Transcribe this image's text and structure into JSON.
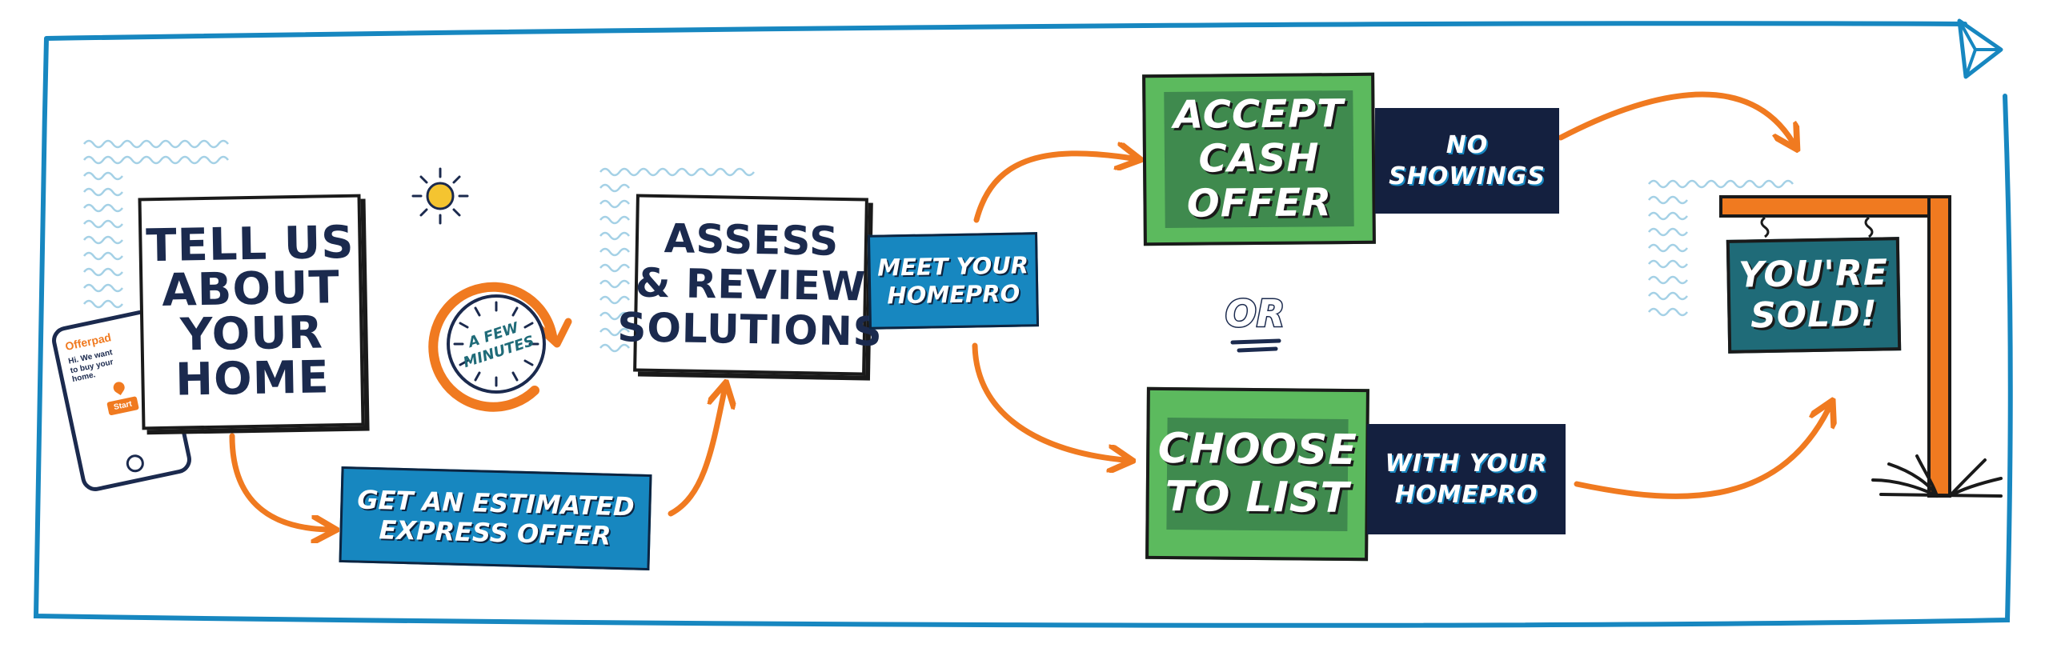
{
  "steps": {
    "tell_us": {
      "lines": [
        "TELL US",
        "ABOUT",
        "YOUR",
        "HOME"
      ]
    },
    "estimate": {
      "lines": [
        "GET AN ESTIMATED",
        "EXPRESS OFFER"
      ]
    },
    "timer": {
      "lines": [
        "A FEW",
        "MINUTES"
      ]
    },
    "assess": {
      "lines": [
        "ASSESS",
        "& REVIEW",
        "SOLUTIONS"
      ]
    },
    "meet": {
      "lines": [
        "MEET YOUR",
        "HOMEPRO"
      ]
    },
    "accept": {
      "lines": [
        "ACCEPT",
        "CASH",
        "OFFER"
      ]
    },
    "no_showings": {
      "lines": [
        "NO",
        "SHOWINGS"
      ]
    },
    "or_label": "OR",
    "choose": {
      "lines": [
        "CHOOSE",
        "TO LIST"
      ]
    },
    "with_homepro": {
      "lines": [
        "WITH YOUR",
        "HOMEPRO"
      ]
    },
    "sold": {
      "lines": [
        "YOU'RE",
        "SOLD!"
      ]
    }
  },
  "phone": {
    "brand": "Offerpad",
    "message": [
      "Hi. We want",
      "to buy your",
      "home."
    ],
    "button": "Start"
  },
  "icons": [
    "sun-icon",
    "clock-icon",
    "phone-icon",
    "sold-sign-icon",
    "paper-plane-icon",
    "grass-icon"
  ],
  "colors": {
    "blue": "#1787c0",
    "navy": "#14203f",
    "green": "#5cba5e",
    "dark_green": "#3f8a4e",
    "orange": "#f07a20",
    "teal": "#1f6b78",
    "frame": "#1787c0"
  }
}
